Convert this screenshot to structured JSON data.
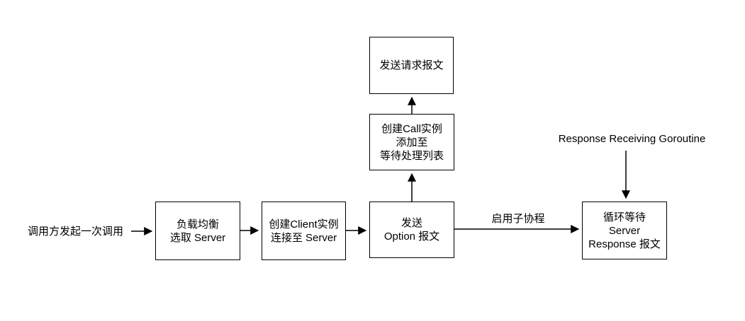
{
  "diagram": {
    "type": "flowchart",
    "colors": {
      "background": "#ffffff",
      "node_fill": "#ffffff",
      "node_border": "#000000",
      "edge": "#000000",
      "text": "#000000"
    },
    "labels": {
      "caller": "调用方发起一次调用",
      "response_goroutine": "Response Receiving Goroutine"
    },
    "nodes": [
      {
        "id": "load-balance",
        "lines": [
          "负载均衡",
          "选取 Server"
        ]
      },
      {
        "id": "create-client",
        "lines": [
          "创建Client实例",
          "连接至 Server"
        ]
      },
      {
        "id": "send-option",
        "lines": [
          "发送",
          "Option 报文"
        ]
      },
      {
        "id": "create-call",
        "lines": [
          "创建Call实例",
          "添加至",
          "等待处理列表"
        ]
      },
      {
        "id": "send-request",
        "lines": [
          "发送请求报文"
        ]
      },
      {
        "id": "loop-wait",
        "lines": [
          "循环等待",
          "Server",
          "Response 报文"
        ]
      }
    ],
    "edges": [
      {
        "from": "caller-label",
        "to": "load-balance",
        "direction": "right",
        "label": ""
      },
      {
        "from": "load-balance",
        "to": "create-client",
        "direction": "right",
        "label": ""
      },
      {
        "from": "create-client",
        "to": "send-option",
        "direction": "right",
        "label": ""
      },
      {
        "from": "send-option",
        "to": "create-call",
        "direction": "up",
        "label": ""
      },
      {
        "from": "create-call",
        "to": "send-request",
        "direction": "up",
        "label": ""
      },
      {
        "from": "send-option",
        "to": "loop-wait",
        "direction": "right",
        "label": "启用子协程"
      },
      {
        "from": "response-goroutine-label",
        "to": "loop-wait",
        "direction": "down",
        "label": ""
      }
    ]
  }
}
